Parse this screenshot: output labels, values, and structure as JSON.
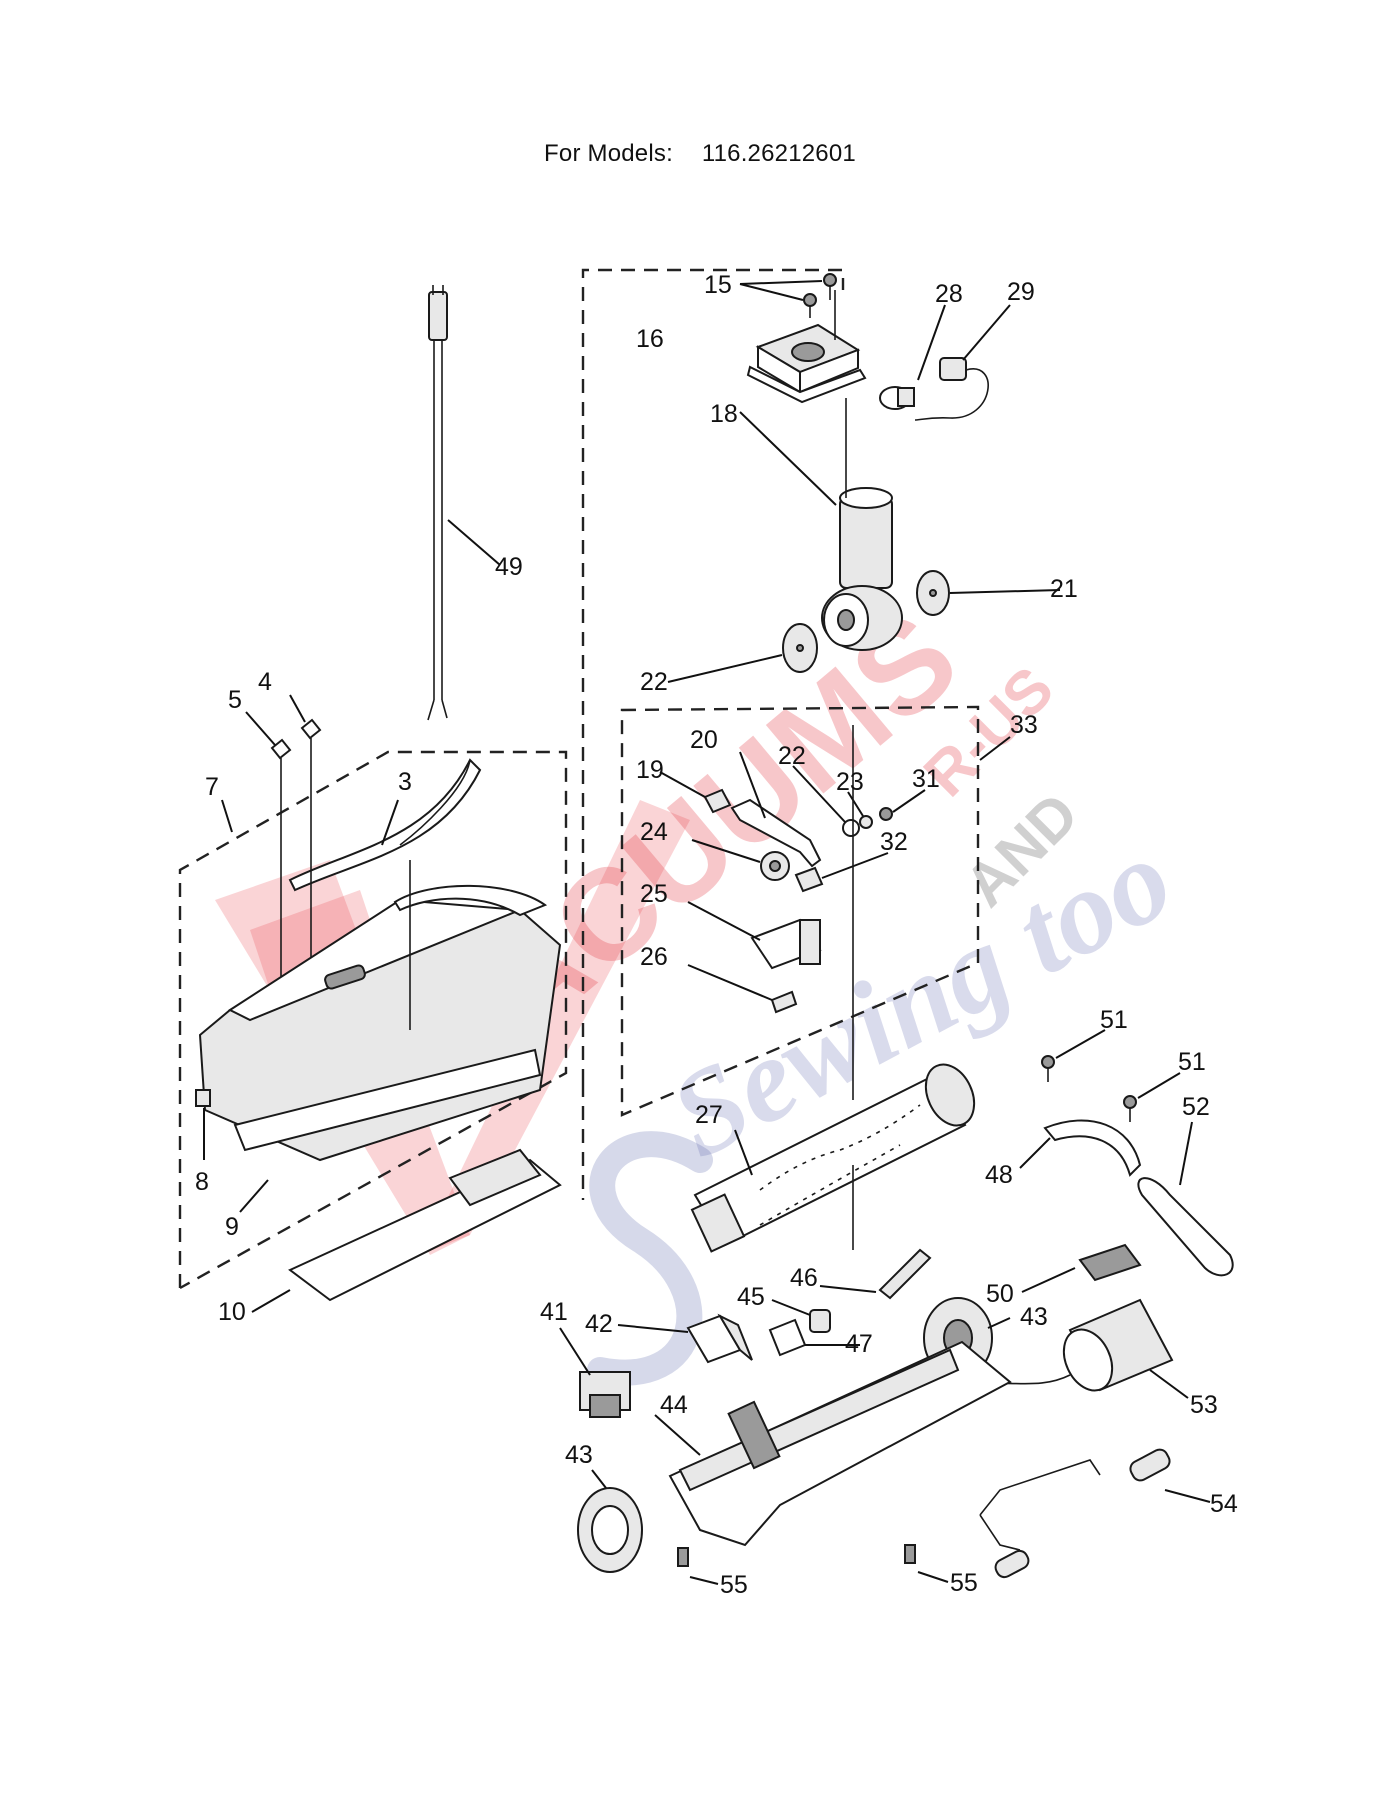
{
  "header": {
    "label": "For Models:",
    "models": "116.26212601"
  },
  "callouts": [
    "3",
    "4",
    "5",
    "7",
    "8",
    "9",
    "10",
    "15",
    "16",
    "18",
    "19",
    "20",
    "21",
    "22",
    "22",
    "23",
    "24",
    "25",
    "26",
    "27",
    "28",
    "29",
    "31",
    "32",
    "33",
    "41",
    "42",
    "43",
    "43",
    "44",
    "45",
    "46",
    "47",
    "48",
    "49",
    "50",
    "51",
    "51",
    "52",
    "53",
    "54",
    "55",
    "55"
  ],
  "watermark": {
    "line1": "VACUUMS",
    "line2": "R-US",
    "line3": "AND",
    "line4": "Sewing too"
  },
  "colors": {
    "watermark_red": "#e63c46",
    "watermark_blue": "#5a5aaa",
    "line_art": "#1a1a1a"
  }
}
